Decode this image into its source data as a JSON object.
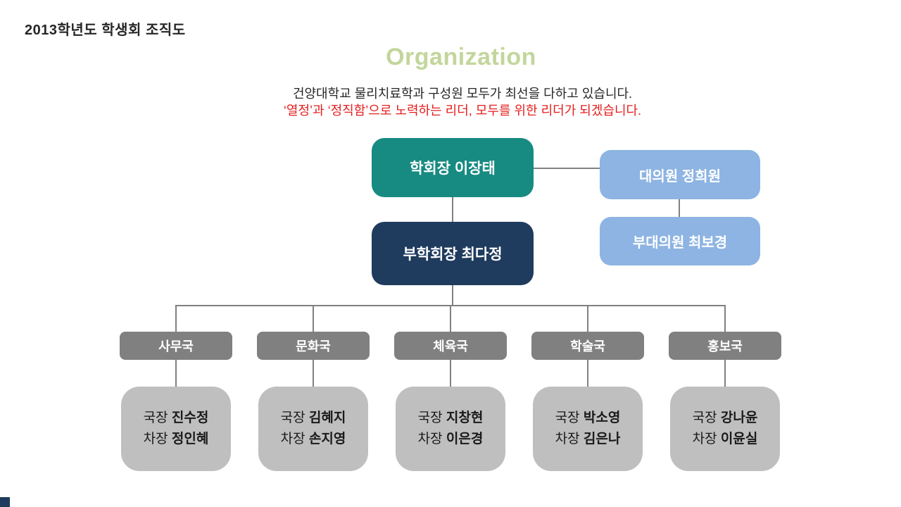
{
  "slide": {
    "title": "2013학년도 학생회 조직도",
    "heading": "Organization",
    "intro_line1": "건양대학교 물리치료학과 구성원 모두가 최선을 다하고 있습니다.",
    "intro_line2": "‘열정’과 ‘정직함’으로 노력하는 리더, 모두를 위한 리더가 되겠습니다."
  },
  "org": {
    "president": "학회장 이장태",
    "vice_president": "부학회장 최다정",
    "delegate": "대의원 정희원",
    "deputy_delegate": "부대의원 최보경",
    "departments": [
      {
        "name": "사무국",
        "head_role": "국장",
        "head_name": "진수정",
        "deputy_role": "차장",
        "deputy_name": "정인혜"
      },
      {
        "name": "문화국",
        "head_role": "국장",
        "head_name": "김혜지",
        "deputy_role": "차장",
        "deputy_name": "손지영"
      },
      {
        "name": "체육국",
        "head_role": "국장",
        "head_name": "지창현",
        "deputy_role": "차장",
        "deputy_name": "이은경"
      },
      {
        "name": "학술국",
        "head_role": "국장",
        "head_name": "박소영",
        "deputy_role": "차장",
        "deputy_name": "김은나"
      },
      {
        "name": "홍보국",
        "head_role": "국장",
        "head_name": "강나윤",
        "deputy_role": "차장",
        "deputy_name": "이윤실"
      }
    ]
  },
  "colors": {
    "heading_green": "#c3d69b",
    "intro_red": "#e41e1e",
    "president_teal": "#178a82",
    "vice_president_navy": "#1f3b5e",
    "delegate_blue": "#8db4e2",
    "department_gray": "#808080",
    "member_gray": "#bfbfbf",
    "connector_gray": "#808080",
    "title_text": "#262626"
  }
}
